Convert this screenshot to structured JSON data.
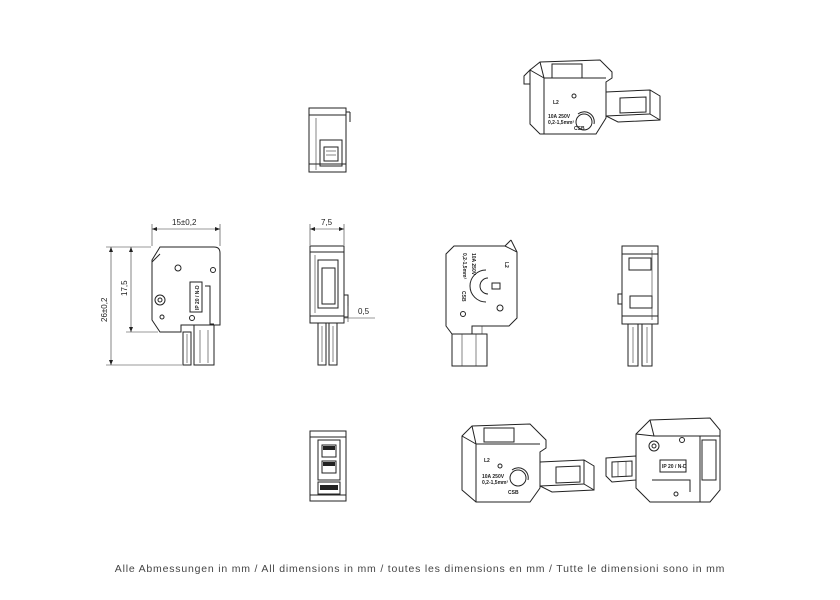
{
  "dimensions": {
    "width": "15±0,2",
    "thickness": "7,5",
    "body_height": "17,5",
    "total_height": "26±0,2",
    "offset": "0,5"
  },
  "markings": {
    "rating": "10A 250V",
    "wire": "0,2-1,5mm²",
    "terminal": "L2",
    "front_code": "IP 20 / N-D",
    "side_code": "CSB"
  },
  "caption": "Alle Abmessungen in mm / All dimensions in mm / toutes les dimensions en mm / Tutte le dimensioni sono in mm"
}
